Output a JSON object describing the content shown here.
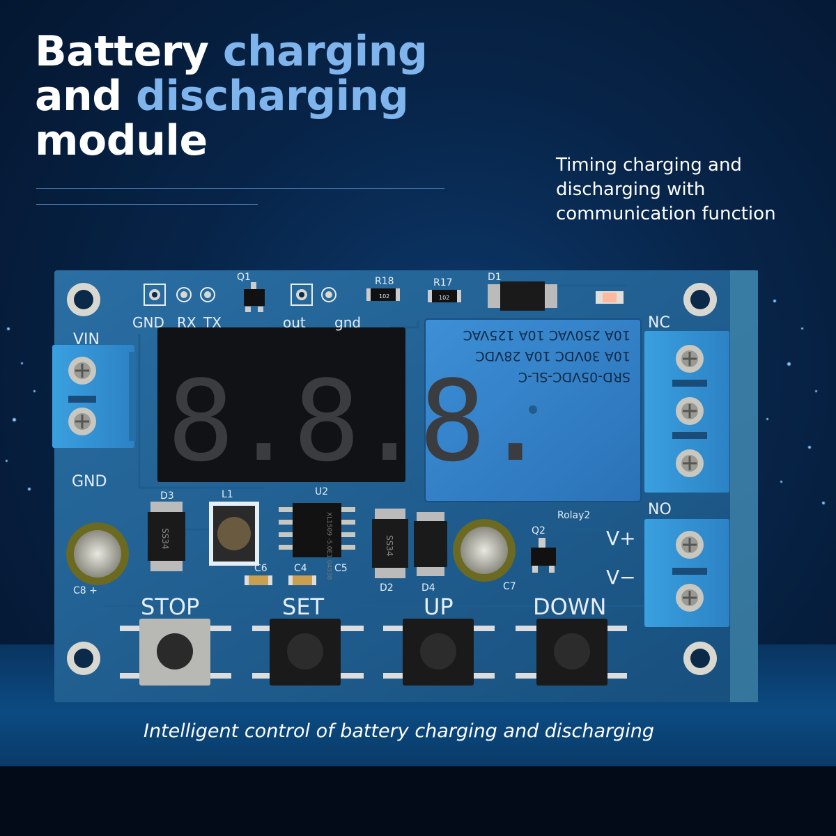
{
  "title": {
    "line1_word1": "Battery",
    "line1_word2": "charging",
    "line2_word1": "and",
    "line2_word2": "discharging",
    "line3": "module"
  },
  "tagline": {
    "line1": "Timing charging and",
    "line2": "discharging with",
    "line3": "communication function"
  },
  "caption": "Intelligent control of battery charging and discharging",
  "board": {
    "header_labels": {
      "gnd": "GND",
      "rx": "RX",
      "tx": "TX",
      "out": "out",
      "gnd2": "gnd"
    },
    "terminal_labels": {
      "vin": "VIN",
      "gnd": "GND",
      "nc": "NC",
      "no": "NO",
      "vplus": "V+",
      "vminus": "V−"
    },
    "components": {
      "q1": "Q1",
      "r18": "R18",
      "r17": "R17",
      "d1": "D1",
      "d3": "D3",
      "l1": "L1",
      "u2": "U2",
      "c6": "C6",
      "c4": "C4",
      "c5": "C5",
      "d2": "D2",
      "d4": "D4",
      "c7": "C7",
      "c8": "C8 +",
      "q2": "Q2",
      "relay_ref": "Rolay2",
      "r_code": "102",
      "ss34": "SS34",
      "u2_marking": "XL1509\n-5.0E1\n04938"
    },
    "relay_text": [
      "SRD-05VDC-SL-C",
      "10A 30VDC 10A 28VDC",
      "10A 250VAC 10A 125VAC"
    ],
    "display_digits": "8.8.8.",
    "buttons": {
      "stop": "STOP",
      "set": "SET",
      "up": "UP",
      "down": "DOWN"
    }
  },
  "colors": {
    "background": "#072448",
    "pcb": "#1b5b8c",
    "terminal_blocks": "#2f8fd0",
    "title_white": "#ffffff",
    "title_blue": "#7fb4ec"
  }
}
